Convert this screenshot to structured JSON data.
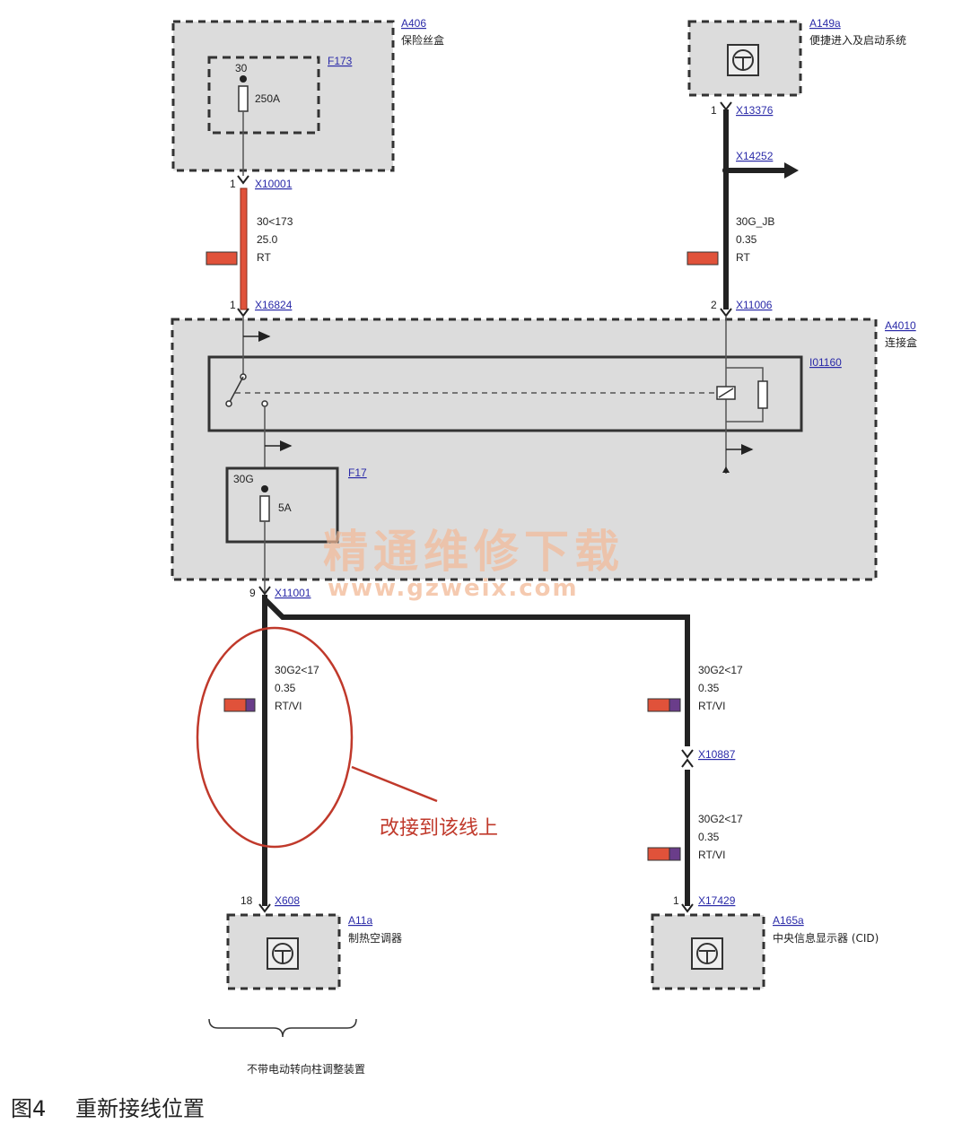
{
  "modules": {
    "fuse_box": {
      "id": "A406",
      "name": "保险丝盒"
    },
    "keyless": {
      "id": "A149a",
      "name": "便捷进入及启动系统"
    },
    "junction_box": {
      "id": "A4010",
      "name": "连接盒",
      "relay_id": "I01160"
    },
    "climate": {
      "id": "A11a",
      "name": "制热空调器"
    },
    "cid": {
      "id": "A165a",
      "name": "中央信息显示器 (CID)"
    }
  },
  "fuses": {
    "f173": {
      "id": "F173",
      "terminal": "30",
      "rating": "250A"
    },
    "f17": {
      "id": "F17",
      "terminal": "30G",
      "rating": "5A"
    }
  },
  "connectors": {
    "x10001": {
      "pin": "1",
      "id": "X10001"
    },
    "x16824": {
      "pin": "1",
      "id": "X16824"
    },
    "x13376": {
      "pin": "1",
      "id": "X13376"
    },
    "x14252": {
      "id": "X14252"
    },
    "x11006": {
      "pin": "2",
      "id": "X11006"
    },
    "x11001": {
      "pin": "9",
      "id": "X11001"
    },
    "x10887": {
      "id": "X10887"
    },
    "x608": {
      "pin": "18",
      "id": "X608"
    },
    "x17429": {
      "pin": "1",
      "id": "X17429"
    }
  },
  "wires": {
    "w1": {
      "signal": "30<173",
      "gauge": "25.0",
      "color": "RT"
    },
    "w2": {
      "signal": "30G_JB",
      "gauge": "0.35",
      "color": "RT"
    },
    "w3": {
      "signal": "30G2<17",
      "gauge": "0.35",
      "color": "RT/VI"
    },
    "w4": {
      "signal": "30G2<17",
      "gauge": "0.35",
      "color": "RT/VI"
    },
    "w5": {
      "signal": "30G2<17",
      "gauge": "0.35",
      "color": "RT/VI"
    }
  },
  "colors": {
    "red_wire": "#e0523a",
    "violet": "#6a3d8a",
    "annotation": "#c0392b",
    "module_fill": "#dcdcdc"
  },
  "watermark": {
    "line1": "精通维修下载",
    "line2": "www.gzweix.com"
  },
  "annotation": {
    "text": "改接到该线上"
  },
  "brace_label": "不带电动转向柱调整装置",
  "caption": {
    "figure": "图4",
    "title": "重新接线位置"
  },
  "icons": {
    "module_icon": "steering-wheel-icon",
    "arrow": "arrow-right-icon"
  }
}
